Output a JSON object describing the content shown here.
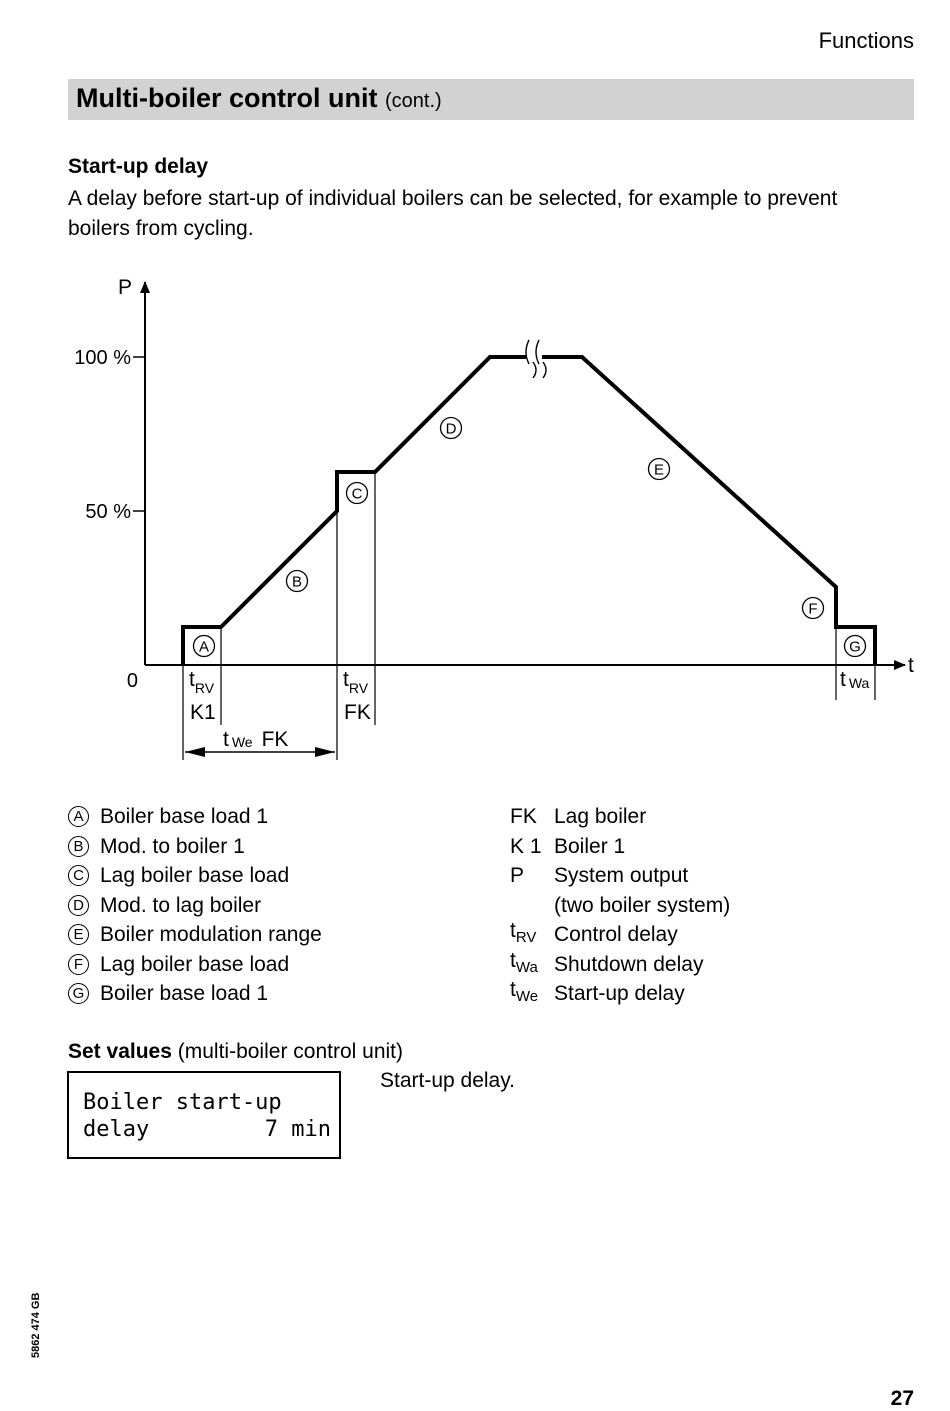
{
  "header": {
    "section": "Functions"
  },
  "title": {
    "main": "Multi-boiler control unit",
    "cont": "(cont.)"
  },
  "startup": {
    "heading": "Start-up delay",
    "text": "A delay before start-up of individual boilers can be selected, for example to prevent boilers from cycling."
  },
  "diagram": {
    "y_axis_label": "P",
    "x_axis_label": "t",
    "y_ticks": [
      "100 %",
      "50 %",
      "0"
    ],
    "markers": [
      "A",
      "B",
      "C",
      "D",
      "E",
      "F",
      "G"
    ],
    "t_main": "t",
    "sub_rv": "RV",
    "sub_wa": "Wa",
    "sub_we": "We",
    "k1": "K1",
    "fk": "FK",
    "twe_fk": "FK"
  },
  "legend": {
    "left": [
      {
        "key": "A",
        "label": "Boiler base load 1"
      },
      {
        "key": "B",
        "label": "Mod. to boiler 1"
      },
      {
        "key": "C",
        "label": "Lag boiler base load"
      },
      {
        "key": "D",
        "label": "Mod. to lag boiler"
      },
      {
        "key": "E",
        "label": "Boiler modulation range"
      },
      {
        "key": "F",
        "label": "Lag boiler base load"
      },
      {
        "key": "G",
        "label": "Boiler base load 1"
      }
    ],
    "right": {
      "fk": {
        "abbr": "FK",
        "label": "Lag boiler"
      },
      "k1": {
        "abbr": "K 1",
        "label": "Boiler 1"
      },
      "p": {
        "abbr": "P",
        "label": "System output",
        "label2": "(two boiler system)"
      },
      "trv": {
        "abbr": "t",
        "sub": "RV",
        "label": "Control delay"
      },
      "twa": {
        "abbr": "t",
        "sub": "Wa",
        "label": "Shutdown delay"
      },
      "twe": {
        "abbr": "t",
        "sub": "We",
        "label": "Start-up delay"
      }
    }
  },
  "set_values": {
    "bold": "Set values",
    "rest": "(multi-boiler control unit)",
    "display_line1": "Boiler start-up",
    "display_line2_left": "delay",
    "display_line2_right": "7 min",
    "description": "Start-up delay."
  },
  "footer": {
    "doc_number": "5862 474 GB",
    "page": "27"
  }
}
